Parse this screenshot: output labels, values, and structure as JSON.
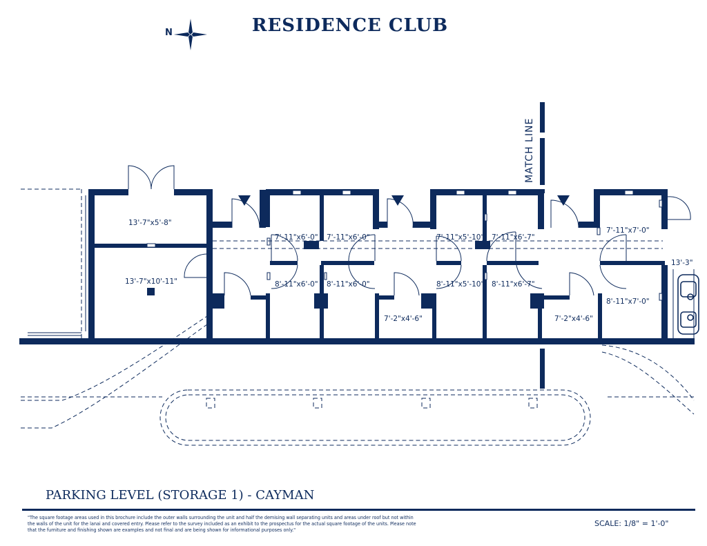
{
  "title": "RESIDENCE CLUB",
  "north_letter": "N",
  "match_line": "MATCH LINE",
  "subtitle": "PARKING LEVEL (STORAGE 1) - CAYMAN",
  "disclaimer": "\"The square footage areas used in this brochure include the outer walls surrounding the unit and half the demising wall separating units and areas under roof but not within the walls of the unit for the lanai and covered entry. Please refer to the survey included as an exhibit to the prospectus for the actual square footage of the units.  Please note that the furniture and finishing shown are examples and not final and are being shown for informational purposes only.\"",
  "scale": "SCALE: 1/8\" = 1'-0\"",
  "colors": {
    "ink": "#0d2a5c",
    "background": "#ffffff"
  },
  "icons": [
    "compass-rose-icon",
    "door-swing-icon",
    "floor-drain-icon",
    "vehicle-icon"
  ],
  "rooms": {
    "r1": "13'-7\"x5'-8\"",
    "r2": "13'-7\"x10'-11\"",
    "r3": "7'-11\"x6'-0\"",
    "r4": "7'-11\"x6'-0\"",
    "r5": "8'-11\"x6'-0\"",
    "r6": "8'-11\"x6'-0\"",
    "r7": "7'-2\"x4'-6\"",
    "r8": "7'-11\"x5'-10\"",
    "r9": "7'-11\"x6'-7\"",
    "r10": "8'-11\"x5'-10\"",
    "r11": "8'-11\"x6'-7\"",
    "r12": "7'-11\"x7'-0\"",
    "r13": "8'-11\"x7'-0\"",
    "r14": "7'-2\"x4'-6\"",
    "r15": "13'-3\""
  }
}
